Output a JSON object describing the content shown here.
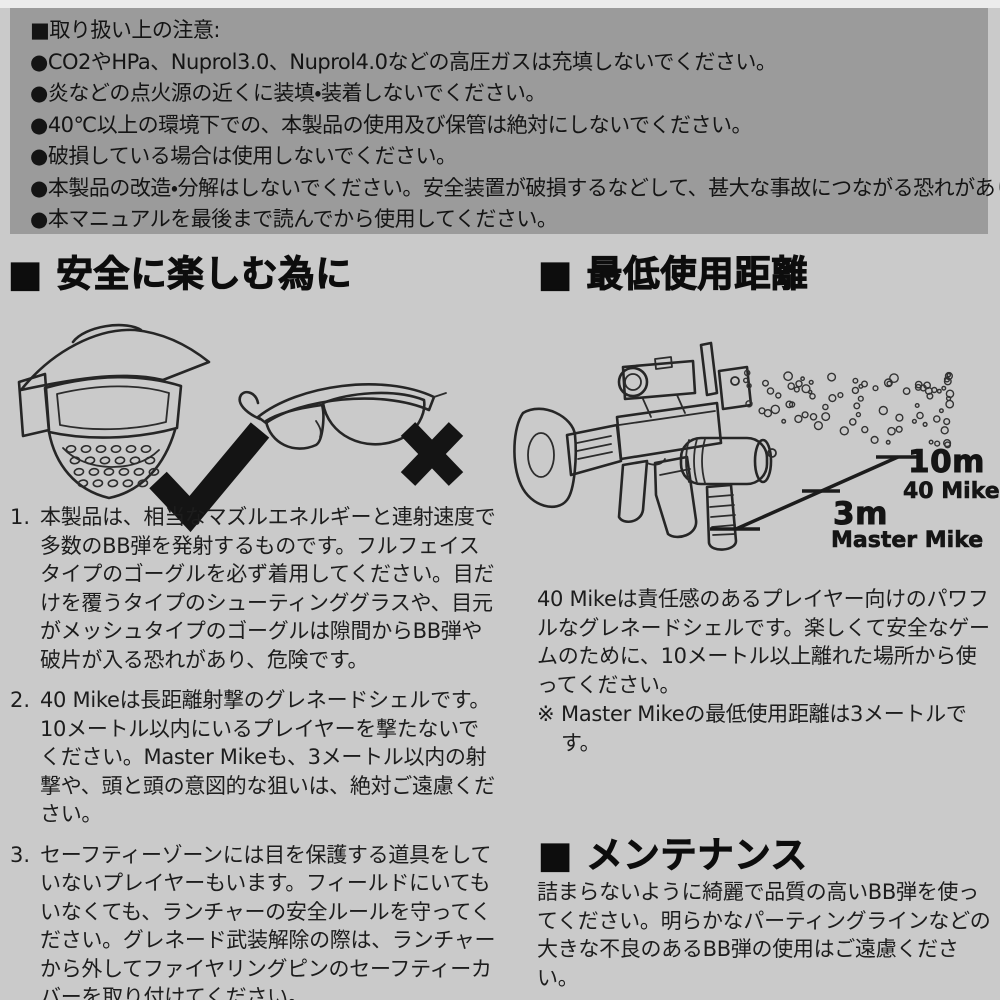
{
  "colors": {
    "page_bg": "#cacaca",
    "notice_bg": "#9b9b9b",
    "ink": "#141414",
    "line_art": "#262626"
  },
  "notice": {
    "title": "■取り扱い上の注意:",
    "bullets": [
      "●CO2やHPa、Nuprol3.0、Nuprol4.0などの高圧ガスは充填しないでください。",
      "●炎などの点火源の近くに装填・装着しないでください。",
      "●40℃以上の環境下での、本製品の使用及び保管は絶対にしないでください。",
      "●破損している場合は使用しないでください。",
      "●本製品の改造・分解はしないでください。安全装置が破損するなどして、甚大な事故につながる恐れがあります。",
      "●本マニュアルを最後まで読んでから使用してください。"
    ]
  },
  "safety": {
    "heading": "■ 安全に楽しむ為に",
    "items": [
      {
        "num": "1.",
        "text": "本製品は、相当なマズルエネルギーと連射速度で多数のBB弾を発射するものです。フルフェイスタイプのゴーグルを必ず着用してください。目だけを覆うタイプのシューティンググラスや、目元がメッシュタイプのゴーグルは隙間からBB弾や破片が入る恐れがあり、危険です。"
      },
      {
        "num": "2.",
        "text": "40 Mikeは長距離射撃のグレネードシェルです。10メートル以内にいるプレイヤーを撃たないでください。Master Mikeも、3メートル以内の射撃や、頭と頭の意図的な狙いは、絶対ご遠慮ください。"
      },
      {
        "num": "3.",
        "text": "セーフティーゾーンには目を保護する道具をしていないプレイヤーもいます。フィールドにいてもいなくても、ランチャーの安全ルールを守ってください。グレネード武装解除の際は、ランチャーから外してファイヤリングピンのセーフティーカバーを取り付けてください。"
      }
    ]
  },
  "distance": {
    "heading": "■ 最低使用距離",
    "far_distance": "10m",
    "far_name": "40 Mike",
    "near_distance": "3m",
    "near_name": "Master Mike",
    "paragraph": "40 Mikeは責任感のあるプレイヤー向けのパワフルなグレネードシェルです。楽しくて安全なゲームのために、10メートル以上離れた場所から使ってください。",
    "note_marker": "※",
    "note": "Master Mikeの最低使用距離は3メートルです。"
  },
  "maintenance": {
    "heading": "■ メンテナンス",
    "paragraph": "詰まらないように綺麗で品質の高いBB弾を使ってください。明らかなパーティングラインなどの大きな不良のあるBB弾の使用はご遠慮ください。"
  }
}
